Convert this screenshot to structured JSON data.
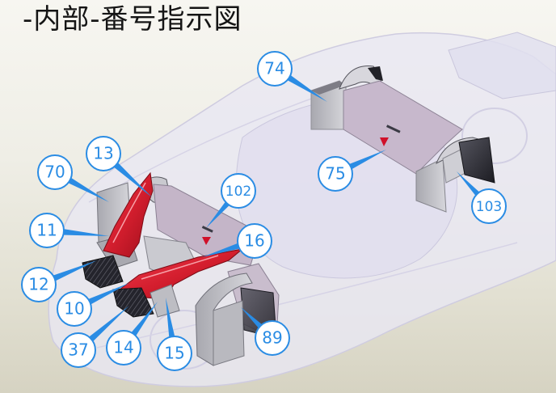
{
  "title": "-内部-番号指示図",
  "callouts": [
    "74",
    "13",
    "70",
    "102",
    "75",
    "103",
    "11",
    "16",
    "12",
    "10",
    "37",
    "14",
    "15",
    "89"
  ],
  "colors": {
    "callout": "#2a8ce4",
    "callout_fill": "#ffffff",
    "part_red": "#d41e2e",
    "panel_lavender": "#c6b7cb",
    "panel_grey": "#bdbdc3",
    "part_black": "#23232b",
    "car_body": "#e8e6f2",
    "background_top": "#f7f6f1",
    "background_bottom": "#d6d3c2"
  }
}
